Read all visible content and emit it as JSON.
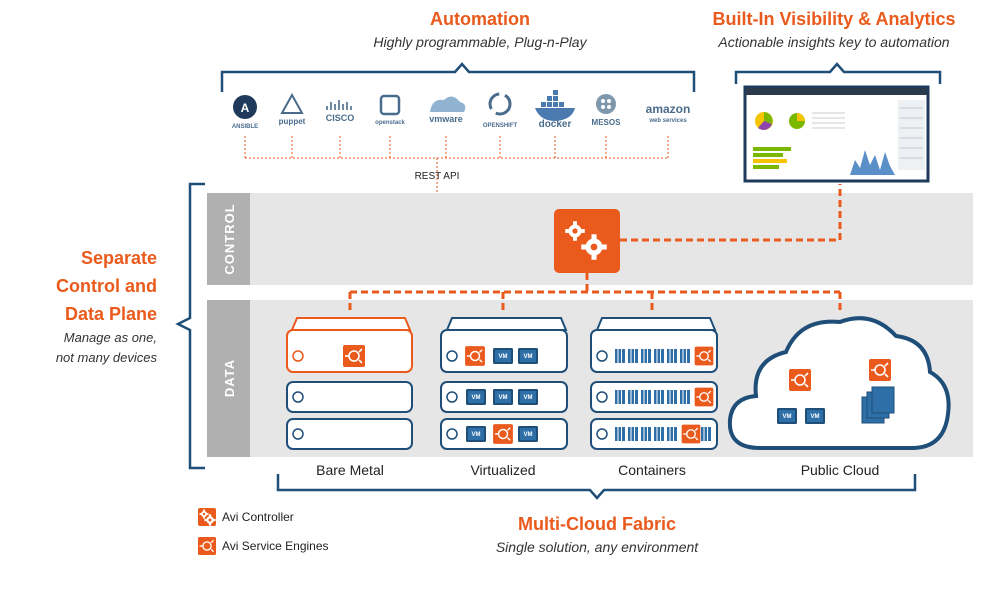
{
  "automation": {
    "title": "Automation",
    "subtitle": "Highly programmable, Plug-n-Play",
    "logos": [
      "ANSIBLE",
      "puppet",
      "CISCO",
      "openstack",
      "vmware",
      "OPENSHIFT",
      "docker",
      "MESOS",
      "amazon"
    ],
    "amazon_sub": "web services",
    "rest_api": "REST API"
  },
  "analytics": {
    "title": "Built-In Visibility & Analytics",
    "subtitle": "Actionable insights key to automation"
  },
  "separate": {
    "title_lines": [
      "Separate",
      "Control and",
      "Data Plane"
    ],
    "subtitle_lines": [
      "Manage as one,",
      "not many devices"
    ]
  },
  "bands": {
    "control": "CONTROL",
    "data": "DATA"
  },
  "vm_label": "VM",
  "environments": [
    "Bare Metal",
    "Virtualized",
    "Containers",
    "Public Cloud"
  ],
  "fabric": {
    "title": "Multi-Cloud Fabric",
    "subtitle": "Single solution, any environment"
  },
  "legend": {
    "controller": "Avi Controller",
    "engines": "Avi Service Engines"
  },
  "colors": {
    "orange": "#ea5a1c",
    "navy": "#1f4e79",
    "blue": "#2f6fa8",
    "band_gray": "#e6e6e6",
    "label_gray": "#b0b0b0"
  }
}
